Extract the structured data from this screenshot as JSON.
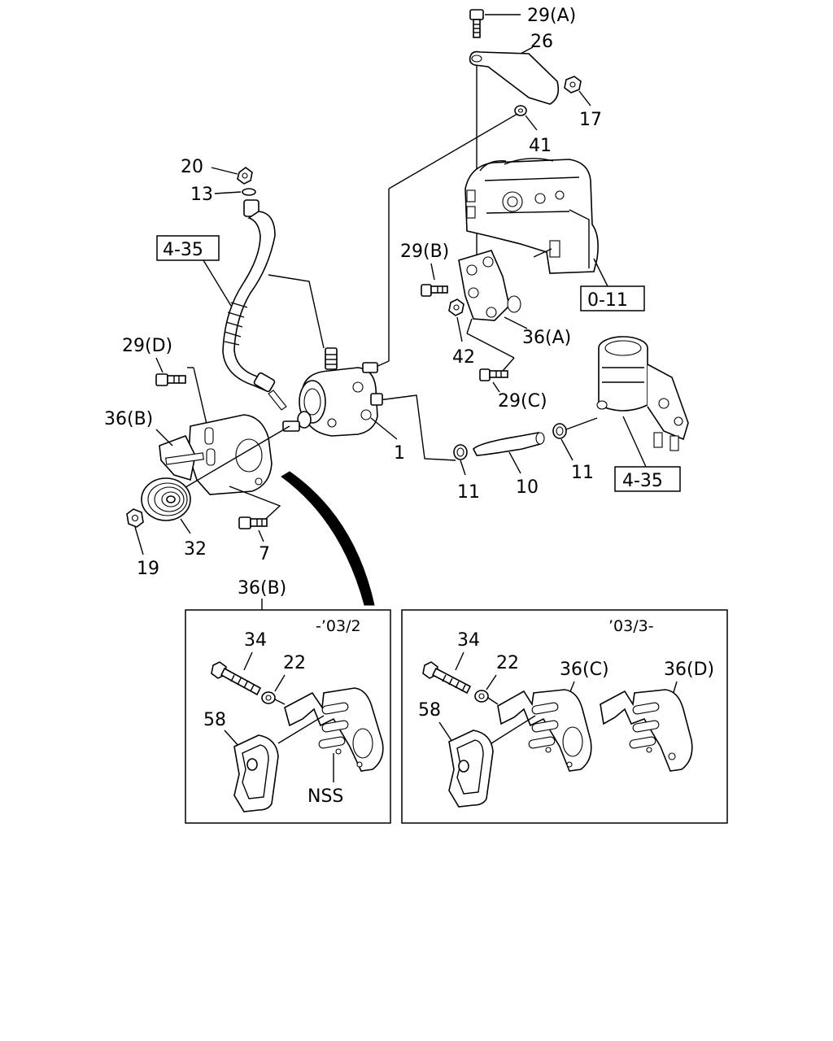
{
  "callouts": {
    "c29a": "29(A)",
    "c26": "26",
    "c17": "17",
    "c41": "41",
    "c20": "20",
    "c13": "13",
    "c29b": "29(B)",
    "c36a": "36(A)",
    "c42": "42",
    "c29c": "29(C)",
    "c29d": "29(D)",
    "c36b": "36(B)",
    "c1": "1",
    "c11a": "11",
    "c10": "10",
    "c11b": "11",
    "c32": "32",
    "c19": "19",
    "c7": "7",
    "c36b_detail": "36(B)"
  },
  "refs": {
    "r435_left": "4-35",
    "r011": "0-11",
    "r435_right": "4-35"
  },
  "inset_left": {
    "period": "-’03/2",
    "c34": "34",
    "c22": "22",
    "c58": "58",
    "nss": "NSS"
  },
  "inset_right": {
    "period": "’03/3-",
    "c34": "34",
    "c22": "22",
    "c36c": "36(C)",
    "c36d": "36(D)",
    "c58": "58"
  }
}
